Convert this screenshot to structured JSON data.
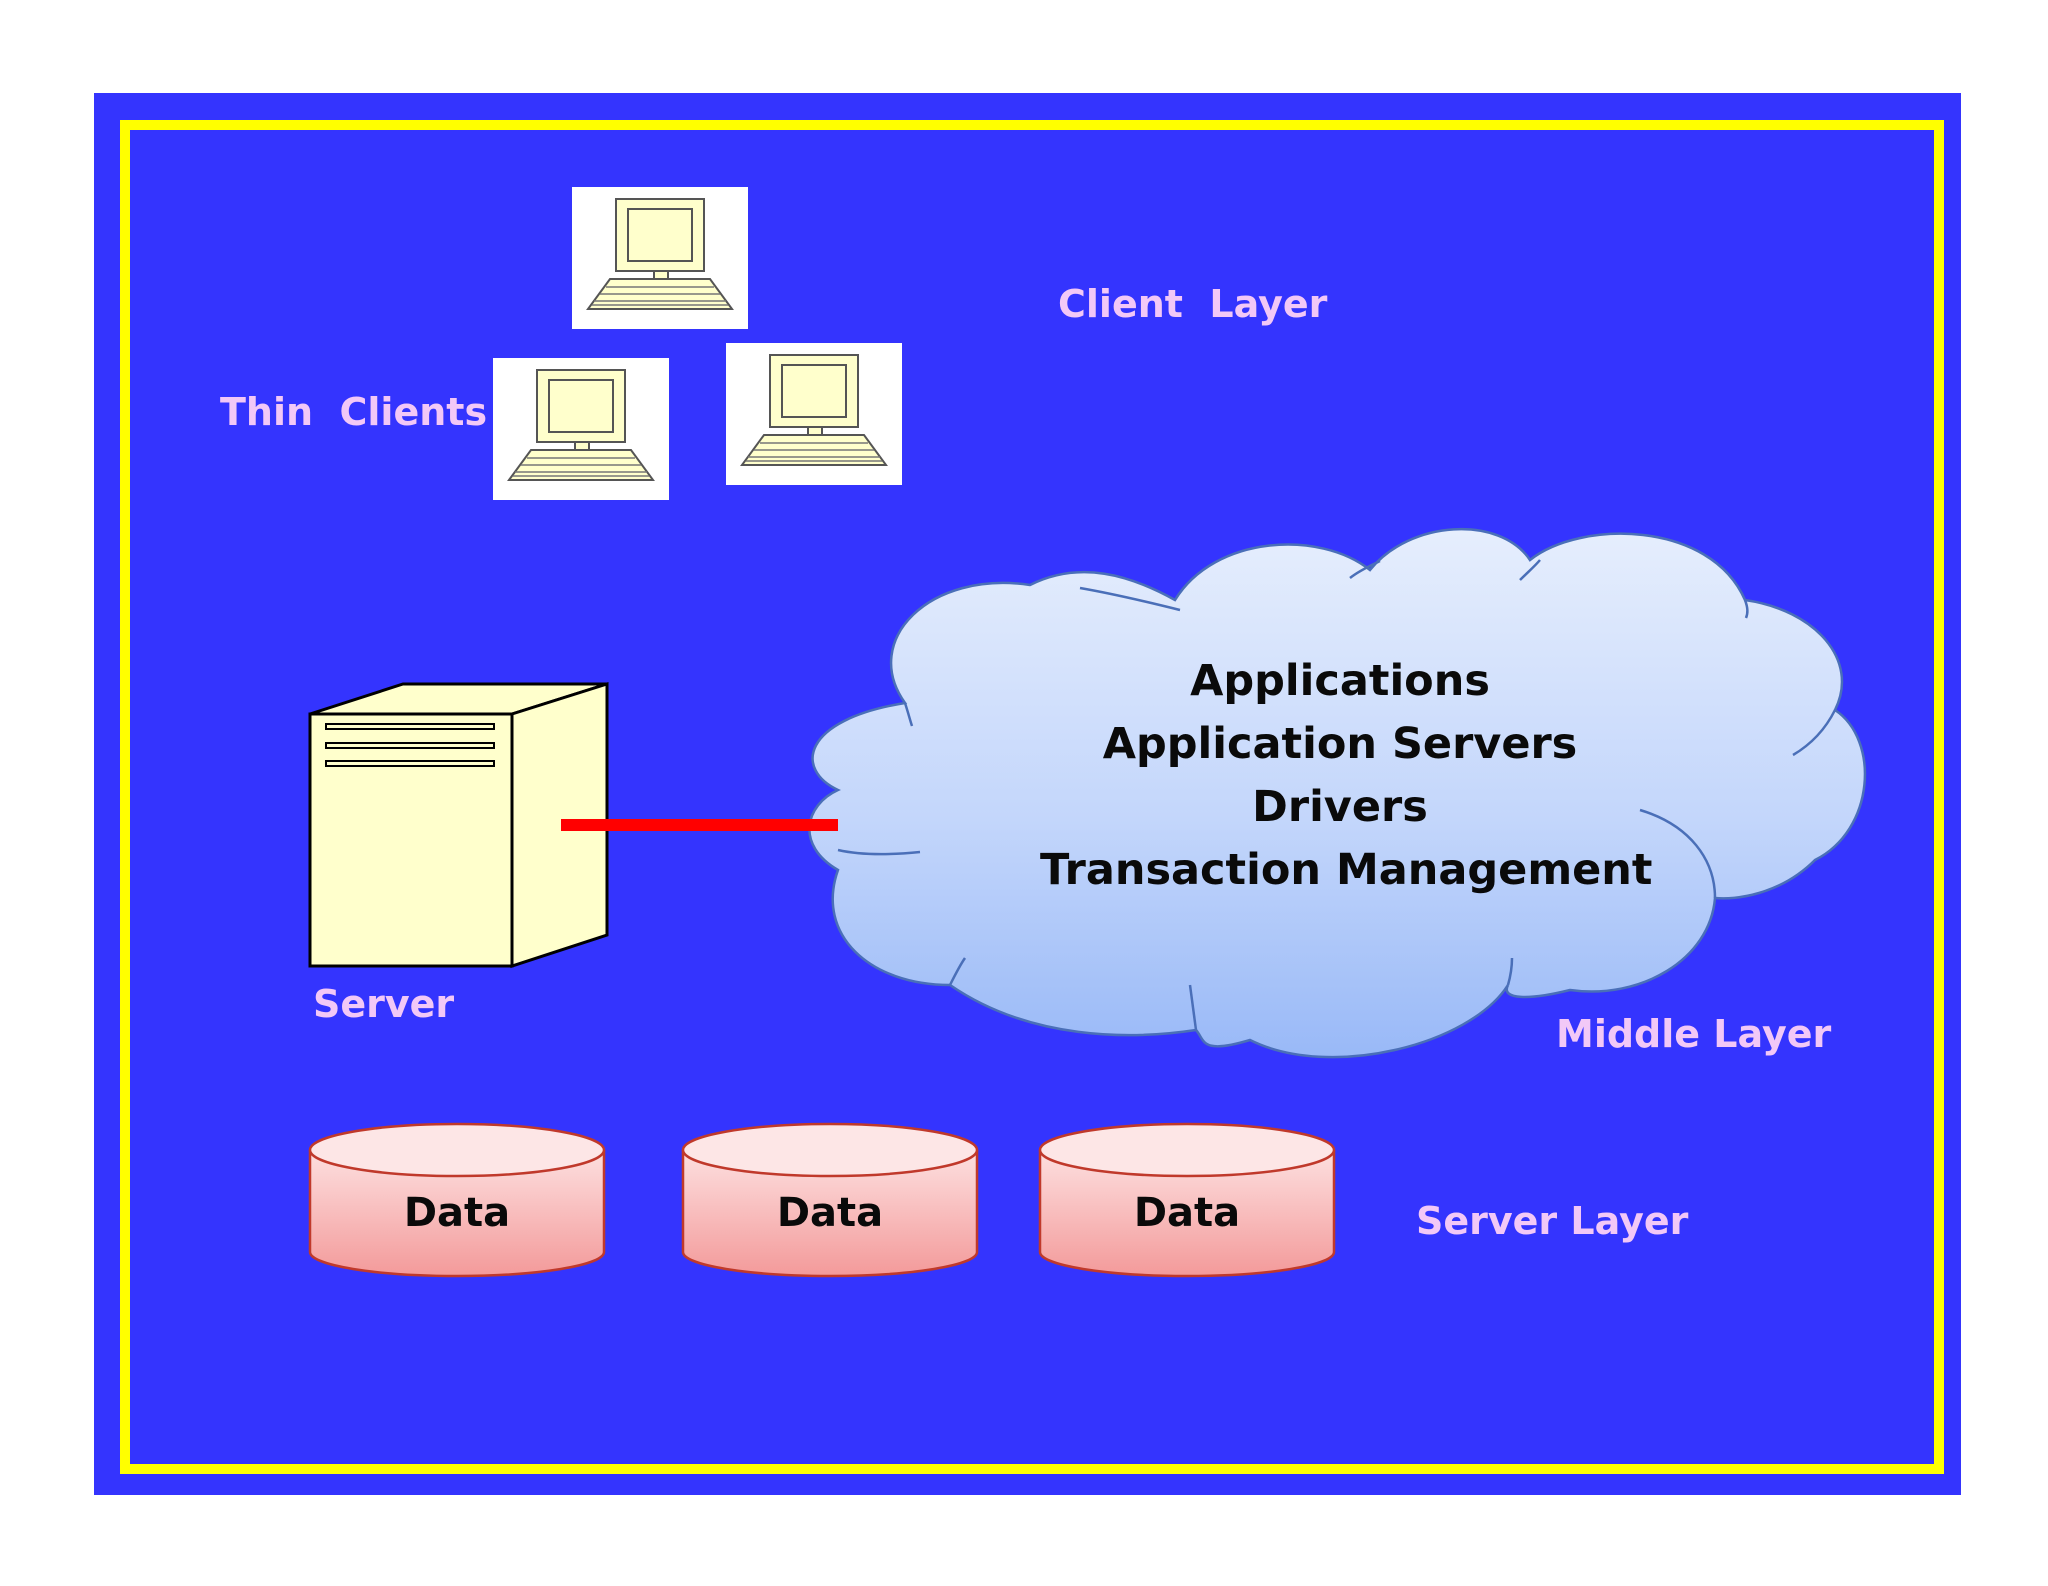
{
  "labels": {
    "client_layer": "Client  Layer",
    "thin_clients": "Thin  Clients",
    "server": "Server",
    "middle_layer": "Middle Layer",
    "server_layer": "Server Layer"
  },
  "cloud": {
    "lines": [
      "Applications",
      "Application Servers",
      "Drivers",
      "Transaction Management"
    ]
  },
  "databases": [
    {
      "label": "Data"
    },
    {
      "label": "Data"
    },
    {
      "label": "Data"
    }
  ],
  "colors": {
    "background": "#3434fe",
    "frame": "#ffff00",
    "label_text": "#f2c8f7",
    "connector": "#ff0000",
    "server_fill": "#ffffcc",
    "cloud_fill_top": "#e4ecfc",
    "cloud_fill_bottom": "#9dbdf8",
    "database_fill_top": "#fdd8d8",
    "database_fill_bottom": "#f49c9c"
  },
  "icons": {
    "client": "computer-terminal-icon",
    "server": "server-tower-icon",
    "cloud": "cloud-shape",
    "database": "database-cylinder-icon"
  }
}
